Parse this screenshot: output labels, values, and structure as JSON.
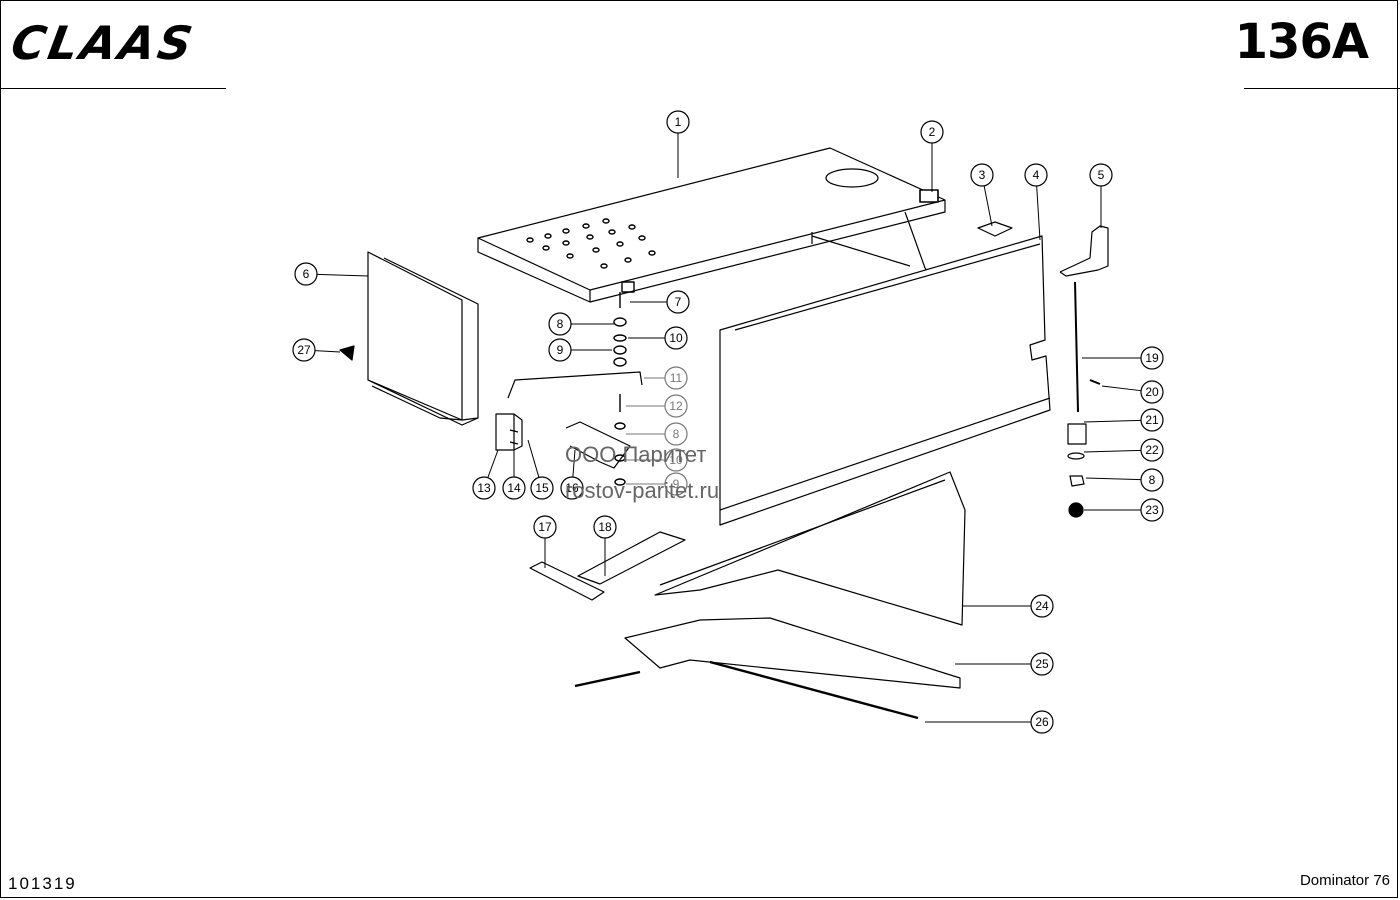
{
  "header": {
    "brand": "CLAAS",
    "page_number": "136A"
  },
  "footer": {
    "doc_id": "101319",
    "model": "Dominator 76"
  },
  "watermark": [
    "ООО Паритет",
    "rostov-paritet.ru"
  ],
  "callouts": [
    {
      "label": "1"
    },
    {
      "label": "2"
    },
    {
      "label": "3"
    },
    {
      "label": "4"
    },
    {
      "label": "5"
    },
    {
      "label": "6"
    },
    {
      "label": "27"
    },
    {
      "label": "7"
    },
    {
      "label": "8"
    },
    {
      "label": "10"
    },
    {
      "label": "9"
    },
    {
      "label": "11"
    },
    {
      "label": "12"
    },
    {
      "label": "8"
    },
    {
      "label": "10"
    },
    {
      "label": "9"
    },
    {
      "label": "13"
    },
    {
      "label": "14"
    },
    {
      "label": "15"
    },
    {
      "label": "16"
    },
    {
      "label": "17"
    },
    {
      "label": "18"
    },
    {
      "label": "19"
    },
    {
      "label": "20"
    },
    {
      "label": "21"
    },
    {
      "label": "22"
    },
    {
      "label": "8"
    },
    {
      "label": "23"
    },
    {
      "label": "24"
    },
    {
      "label": "25"
    },
    {
      "label": "26"
    }
  ]
}
